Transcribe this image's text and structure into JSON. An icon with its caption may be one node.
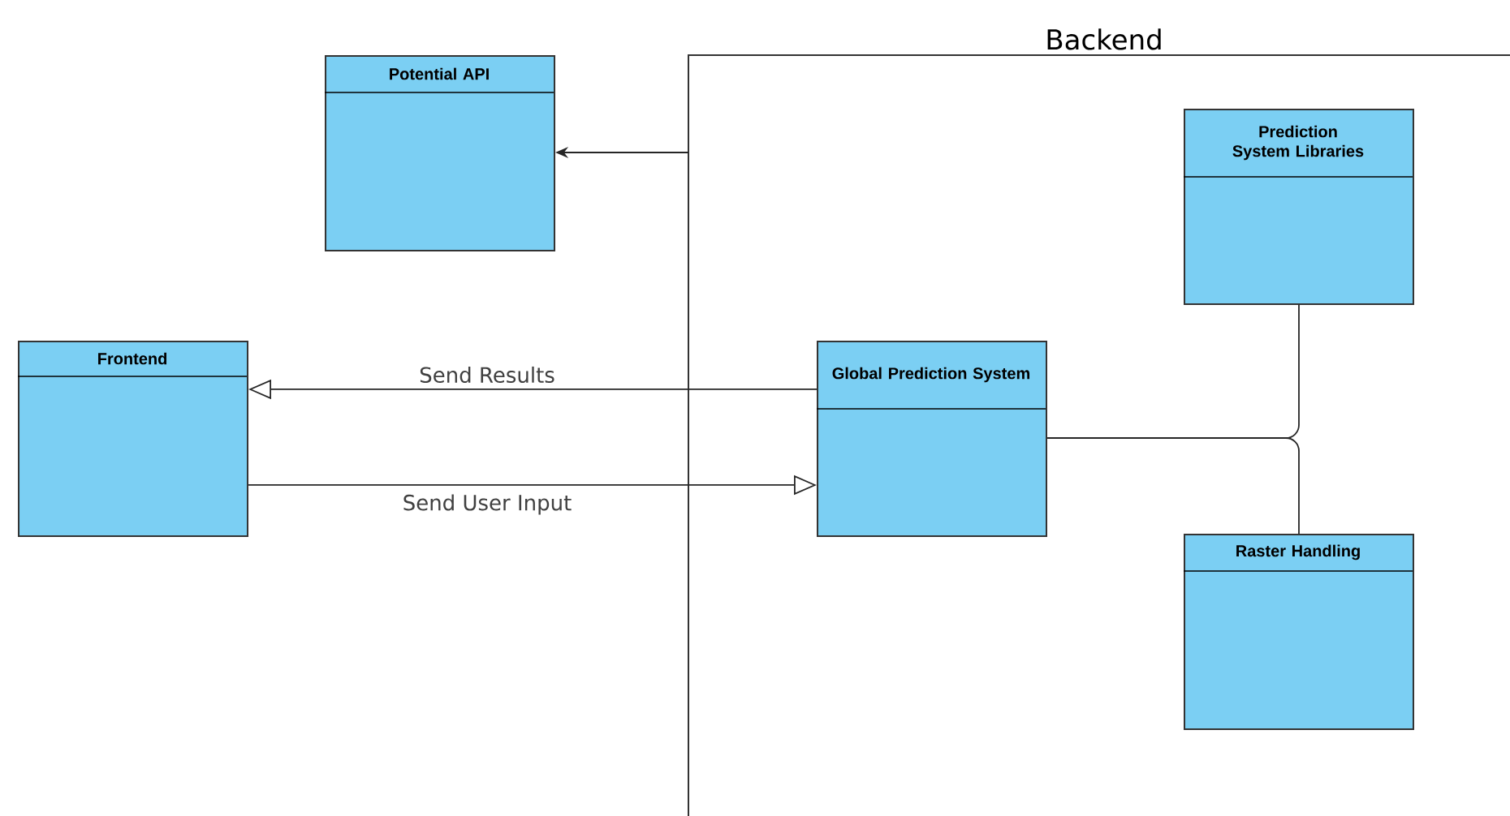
{
  "diagram": {
    "nodes": [
      {
        "text": [
          "Potential API"
        ]
      },
      {
        "text": [
          "Backend"
        ]
      },
      {
        "text": [
          "Prediction System Libraries"
        ],
        "in": 1
      },
      {
        "text": [
          "Frontend"
        ]
      },
      {
        "text": [
          "Global Prediction System"
        ],
        "in": 1
      },
      {
        "text": [
          "Raster Handling"
        ],
        "in": 1
      }
    ],
    "edges": [
      {
        "from": 1,
        "to": 0,
        "arrow": "to"
      },
      {
        "from": 4,
        "to": 3,
        "arrow": "to",
        "label": "Send Results"
      },
      {
        "from": 3,
        "to": 4,
        "arrow": "to",
        "label": "Send User Input"
      },
      {
        "from": 4,
        "to": 2,
        "arrow": "none"
      },
      {
        "from": 4,
        "to": 5,
        "arrow": "none"
      }
    ]
  }
}
